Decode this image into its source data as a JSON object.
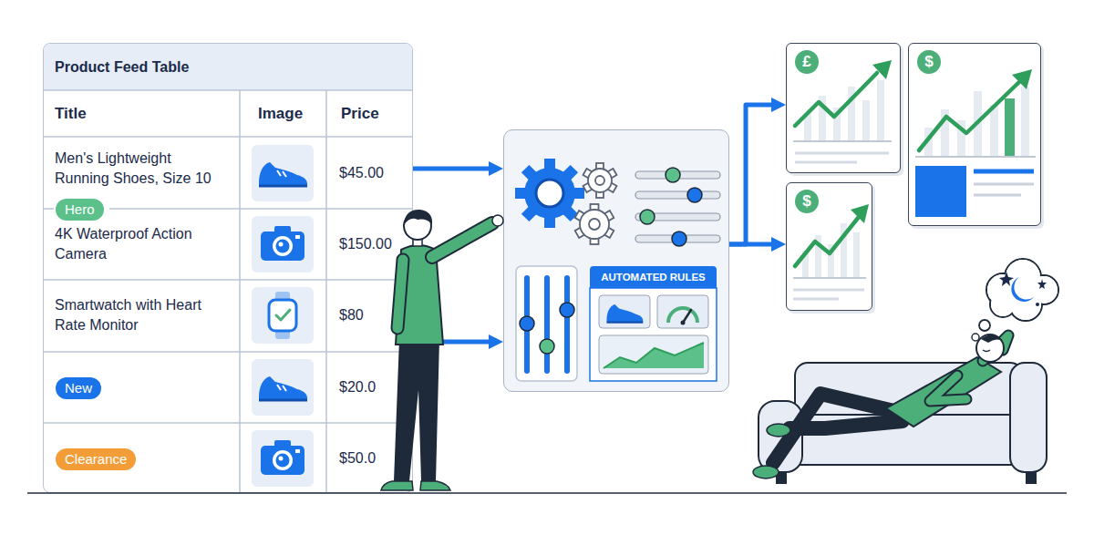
{
  "diagram": {
    "nodes": [
      {
        "text": [
          "Product Feed Table"
        ]
      },
      {
        "text": [
          "Hero"
        ],
        "in": 0
      },
      {
        "text": [
          "New"
        ],
        "in": 0
      },
      {
        "text": [
          "Clearance"
        ],
        "in": 0
      },
      {
        "text": [
          "AUTOMATED RULES"
        ]
      },
      {
        "text": [
          "£"
        ]
      },
      {
        "text": [
          "$"
        ]
      },
      {
        "text": [
          "$"
        ]
      }
    ],
    "edges": [
      {
        "from": 0,
        "to": 4,
        "arrow": "to"
      },
      {
        "from": 0,
        "to": 4,
        "arrow": "to"
      },
      {
        "from": 4,
        "to": 5,
        "arrow": "to"
      },
      {
        "from": 4,
        "to": 7,
        "arrow": "to"
      }
    ],
    "labels": [
      "Title",
      "Image",
      "Price",
      "Men's Lightweight Running Shoes, Size 10",
      "$45.00",
      "4K Waterproof Action Camera",
      "$150.00",
      "Smartwatch with Heart Rate Monitor",
      "$80",
      "$20.0",
      "$50.0"
    ]
  }
}
